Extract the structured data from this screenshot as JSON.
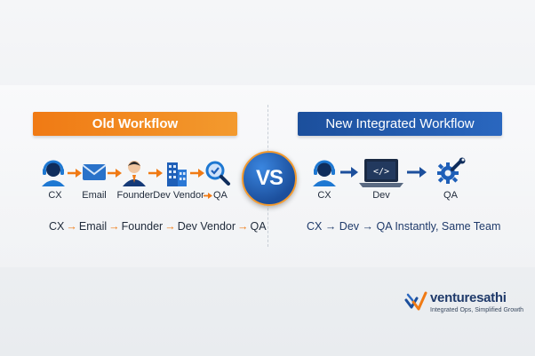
{
  "old": {
    "banner": "Old Workflow",
    "steps": [
      "CX",
      "Email",
      "Founder",
      "Dev Vendor",
      "QA"
    ],
    "chain": [
      "CX",
      "Email",
      "Founder",
      "Dev Vendor",
      "QA"
    ],
    "color": "#f07a14"
  },
  "vs": "VS",
  "new": {
    "banner": "New Integrated Workflow",
    "steps": [
      "CX",
      "Dev",
      "QA"
    ],
    "chain_text": "CX → Dev → QA Instantly, Same Team",
    "color": "#1c4f9c"
  },
  "brand": {
    "name": "venturesathi",
    "tagline": "Integrated Ops, Simplified Growth"
  },
  "icons": {
    "old": [
      "headset-agent-icon",
      "email-envelope-icon",
      "founder-person-icon",
      "dev-vendor-building-icon",
      "qa-magnifier-icon"
    ],
    "new": [
      "headset-agent-icon",
      "laptop-code-icon",
      "qa-gear-wrench-icon"
    ]
  }
}
